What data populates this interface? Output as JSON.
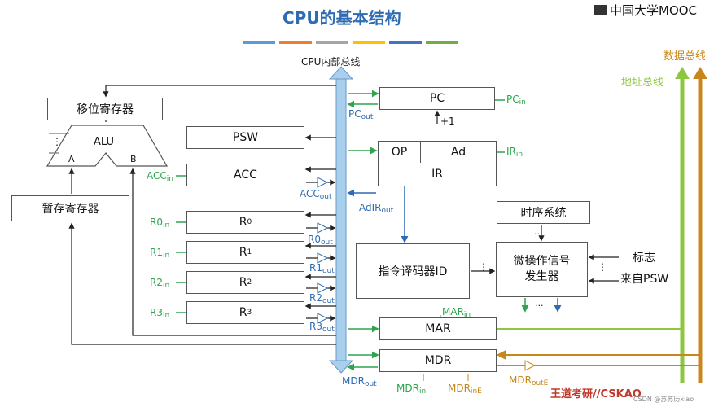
{
  "title": "CPU的基本结构",
  "logo": "中国大学MOOC",
  "colors": {
    "title": "#2f6bb3",
    "green": "#2ea44f",
    "blue": "#2f6bb3",
    "orange": "#c8871c",
    "bus_light": "#a9cfee",
    "addr_bus": "#8dc63f",
    "data_bus": "#c8871c"
  },
  "title_bar_colors": [
    "#5b9bd5",
    "#ed7d31",
    "#a5a5a5",
    "#ffc000",
    "#4472c4",
    "#70ad47"
  ],
  "bus_label": "CPU内部总线",
  "data_bus_label": "数据总线",
  "addr_bus_label": "地址总线",
  "blocks": {
    "shift": "移位寄存器",
    "alu": "ALU",
    "alu_a": "A",
    "alu_b": "B",
    "temp": "暂存寄存器",
    "psw": "PSW",
    "acc": "ACC",
    "r0": "R",
    "r1": "R",
    "r2": "R",
    "r3": "R",
    "r0_sub": "0",
    "r1_sub": "1",
    "r2_sub": "2",
    "r3_sub": "3",
    "pc": "PC",
    "op": "OP",
    "ad": "Ad",
    "ir": "IR",
    "plus1": "+1",
    "timing": "时序系统",
    "decoder": "指令译码器ID",
    "micro_line1": "微操作信号",
    "micro_line2": "发生器",
    "flag_line1": "标志",
    "flag_line2": "来自PSW",
    "mar": "MAR",
    "mdr": "MDR",
    "dots": "⋮",
    "hdots": "···"
  },
  "signals": {
    "pc_in": "PC",
    "pc_in_sub": "in",
    "pc_out": "PC",
    "pc_out_sub": "out",
    "ir_in": "IR",
    "ir_in_sub": "in",
    "adir_out": "AdIR",
    "adir_out_sub": "out",
    "acc_in": "ACC",
    "acc_in_sub": "in",
    "acc_out": "ACC",
    "acc_out_sub": "out",
    "r0_in": "R0",
    "r0_in_sub": "in",
    "r0_out": "R0",
    "r0_out_sub": "out",
    "r1_in": "R1",
    "r1_in_sub": "in",
    "r1_out": "R1",
    "r1_out_sub": "out",
    "r2_in": "R2",
    "r2_in_sub": "in",
    "r2_out": "R2",
    "r2_out_sub": "out",
    "r3_in": "R3",
    "r3_in_sub": "in",
    "r3_out": "R3",
    "r3_out_sub": "out",
    "mar_in": "MAR",
    "mar_in_sub": "in",
    "mdr_out": "MDR",
    "mdr_out_sub": "out",
    "mdr_in": "MDR",
    "mdr_in_sub": "in",
    "mdr_in_e": "MDR",
    "mdr_in_e_sub": "inE",
    "mdr_out_e": "MDR",
    "mdr_out_e_sub": "outE"
  },
  "footer": "王道考研//CSKAO",
  "watermark": "CSDN @苏苏历xiao"
}
